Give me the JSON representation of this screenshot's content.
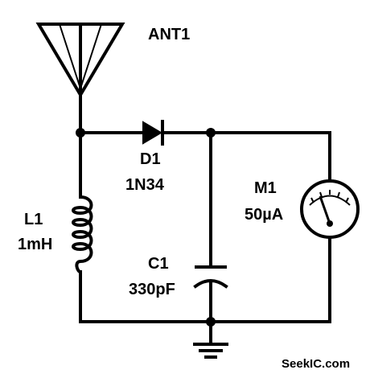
{
  "diagram": {
    "components": {
      "antenna": {
        "ref": "ANT1"
      },
      "diode": {
        "ref": "D1",
        "value": "1N34"
      },
      "inductor": {
        "ref": "L1",
        "value": "1mH"
      },
      "capacitor": {
        "ref": "C1",
        "value": "330pF"
      },
      "meter": {
        "ref": "M1",
        "value": "50µA"
      }
    },
    "watermark": "SeekIC.com",
    "icons": [
      "antenna-icon",
      "diode-icon",
      "inductor-icon",
      "capacitor-icon",
      "meter-icon",
      "ground-icon"
    ]
  }
}
